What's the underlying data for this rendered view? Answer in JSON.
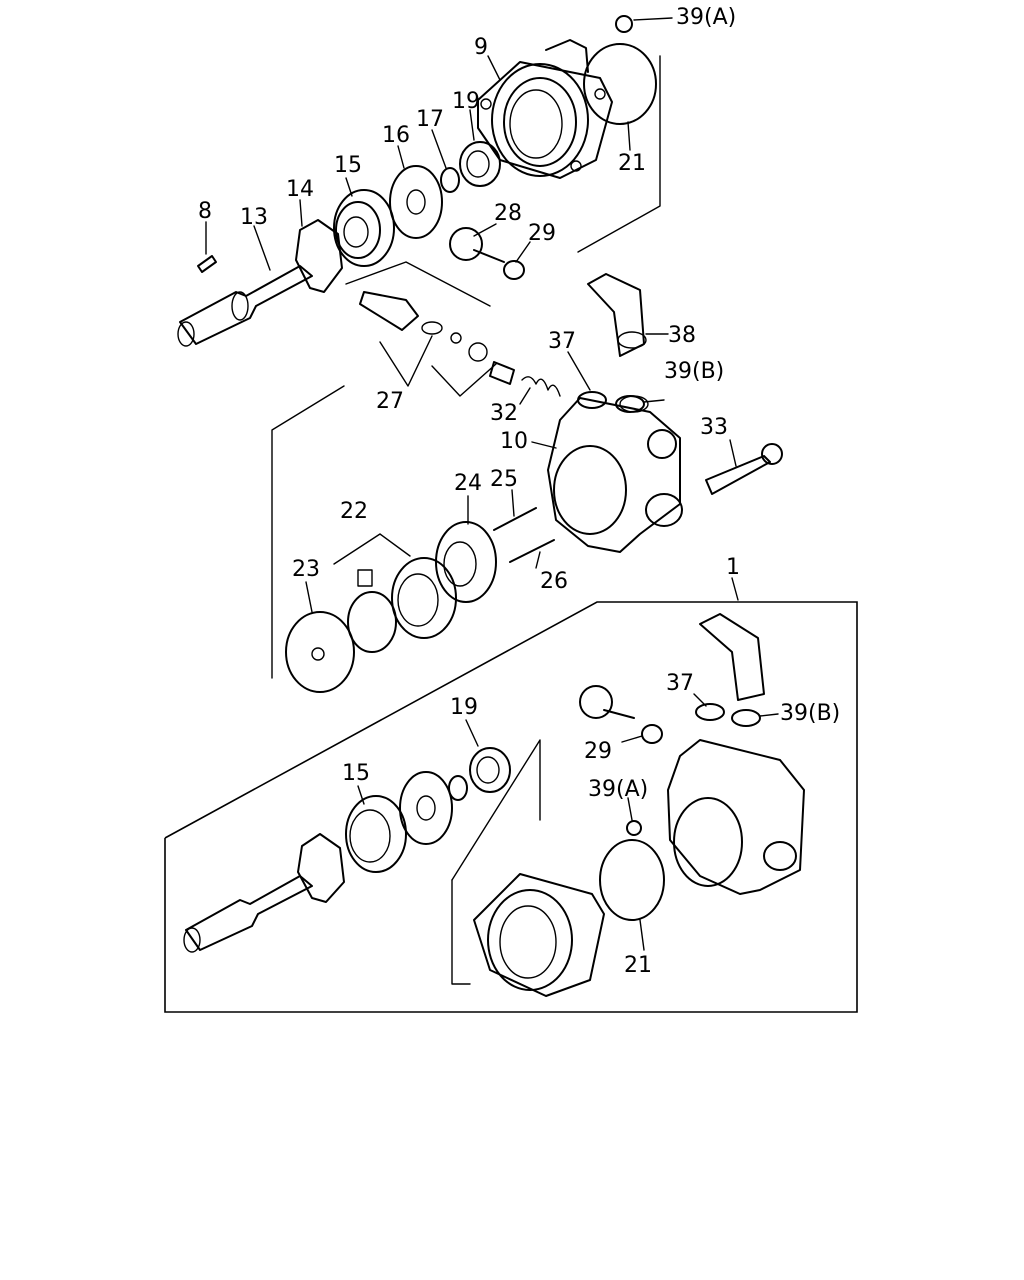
{
  "callouts": [
    {
      "id": "39A-top",
      "text": "39(A)"
    },
    {
      "id": "9",
      "text": "9"
    },
    {
      "id": "21-top",
      "text": "21"
    },
    {
      "id": "19-top",
      "text": "19"
    },
    {
      "id": "17",
      "text": "17"
    },
    {
      "id": "16",
      "text": "16"
    },
    {
      "id": "15-top",
      "text": "15"
    },
    {
      "id": "14",
      "text": "14"
    },
    {
      "id": "13",
      "text": "13"
    },
    {
      "id": "8",
      "text": "8"
    },
    {
      "id": "28",
      "text": "28"
    },
    {
      "id": "29-top",
      "text": "29"
    },
    {
      "id": "38",
      "text": "38"
    },
    {
      "id": "37-top",
      "text": "37"
    },
    {
      "id": "39B-top",
      "text": "39(B)"
    },
    {
      "id": "27",
      "text": "27"
    },
    {
      "id": "32",
      "text": "32"
    },
    {
      "id": "10",
      "text": "10"
    },
    {
      "id": "33",
      "text": "33"
    },
    {
      "id": "22",
      "text": "22"
    },
    {
      "id": "24",
      "text": "24"
    },
    {
      "id": "25",
      "text": "25"
    },
    {
      "id": "23",
      "text": "23"
    },
    {
      "id": "26",
      "text": "26"
    },
    {
      "id": "1",
      "text": "1"
    },
    {
      "id": "37-bot",
      "text": "37"
    },
    {
      "id": "39B-bot",
      "text": "39(B)"
    },
    {
      "id": "19-bot",
      "text": "19"
    },
    {
      "id": "29-bot",
      "text": "29"
    },
    {
      "id": "15-bot",
      "text": "15"
    },
    {
      "id": "39A-bot",
      "text": "39(A)"
    },
    {
      "id": "21-bot",
      "text": "21"
    }
  ]
}
